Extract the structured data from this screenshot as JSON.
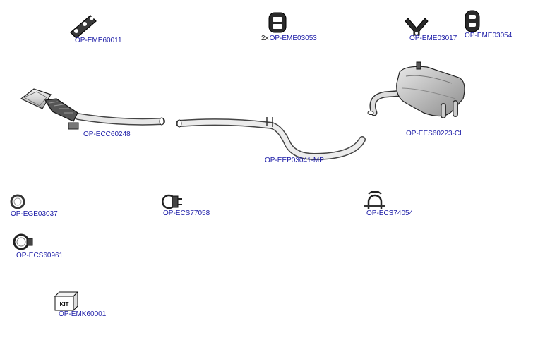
{
  "parts": [
    {
      "id": "mount-60011",
      "code": "OP-EME60011"
    },
    {
      "id": "mount-03053",
      "qty": "2x",
      "code": "OP-EME03053"
    },
    {
      "id": "mount-03017",
      "code": "OP-EME03017"
    },
    {
      "id": "mount-03054",
      "code": "OP-EME03054"
    },
    {
      "id": "catalytic-converter",
      "code": "OP-ECC60248"
    },
    {
      "id": "rear-silencer",
      "code": "OP-EES60223-CL"
    },
    {
      "id": "middle-pipe",
      "code": "OP-EEP03041-MP"
    },
    {
      "id": "gasket",
      "code": "OP-EGE03037"
    },
    {
      "id": "clamp-77058",
      "code": "OP-ECS77058"
    },
    {
      "id": "clamp-74054",
      "code": "OP-ECS74054"
    },
    {
      "id": "clamp-60961",
      "code": "OP-ECS60961"
    },
    {
      "id": "mounting-kit",
      "code": "OP-EMK60001",
      "icon_text": "KIT"
    }
  ]
}
